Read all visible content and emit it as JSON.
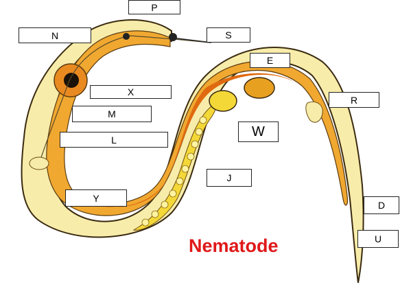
{
  "title": {
    "text": "Nematode",
    "color": "#e01818"
  },
  "colors": {
    "cuticle": "#f7ecaa",
    "cuticle_line": "#7a6a30",
    "body_orange": "#f0a830",
    "gut_dark": "#e06a10",
    "ovary_yellow": "#f4d838",
    "outline": "#3a2a10"
  },
  "labels": [
    {
      "id": "P",
      "text": "P"
    },
    {
      "id": "N",
      "text": "N"
    },
    {
      "id": "S",
      "text": "S"
    },
    {
      "id": "E",
      "text": "E"
    },
    {
      "id": "X",
      "text": "X"
    },
    {
      "id": "R",
      "text": "R"
    },
    {
      "id": "M",
      "text": "M"
    },
    {
      "id": "W",
      "text": "W"
    },
    {
      "id": "L",
      "text": "L"
    },
    {
      "id": "J",
      "text": "J"
    },
    {
      "id": "Y",
      "text": "Y"
    },
    {
      "id": "D",
      "text": "D"
    },
    {
      "id": "U",
      "text": "U"
    }
  ]
}
